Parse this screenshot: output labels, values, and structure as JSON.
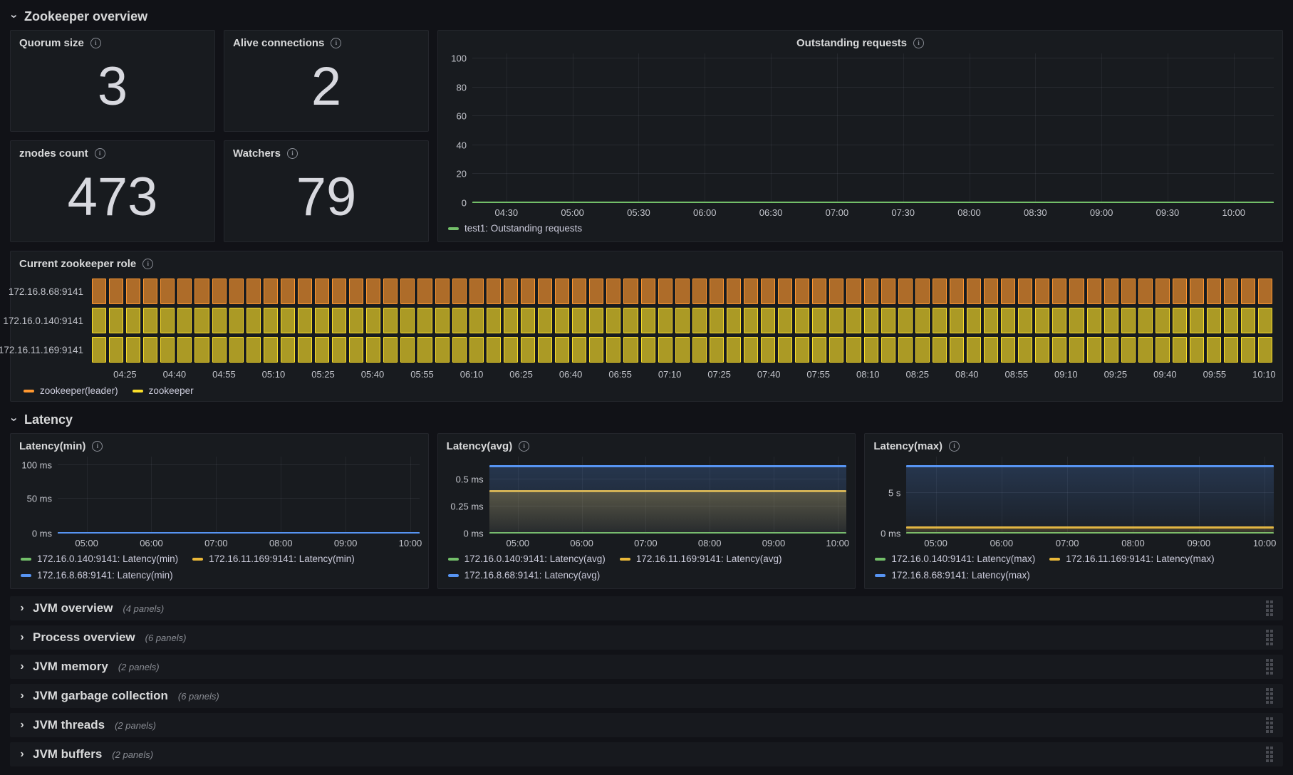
{
  "colors": {
    "page_bg": "#111217",
    "panel_bg": "#181b1f",
    "green": "#73bf69",
    "blue": "#5794f2",
    "gold": "#eab839",
    "yellow": "#fade2a",
    "orange": "#ff9830",
    "orange_fill": "rgba(255,152,48,0.65)",
    "yellow_fill": "rgba(250,222,42,0.65)"
  },
  "sections": {
    "overview": {
      "label": "Zookeeper overview"
    },
    "latency": {
      "label": "Latency"
    }
  },
  "stats": [
    {
      "title": "Quorum size",
      "value": "3"
    },
    {
      "title": "Alive connections",
      "value": "2"
    },
    {
      "title": "znodes count",
      "value": "473"
    },
    {
      "title": "Watchers",
      "value": "79"
    }
  ],
  "outstanding": {
    "title": "Outstanding requests",
    "yticks": [
      "0",
      "20",
      "40",
      "60",
      "80",
      "100"
    ],
    "xticks": [
      "04:30",
      "05:00",
      "05:30",
      "06:00",
      "06:30",
      "07:00",
      "07:30",
      "08:00",
      "08:30",
      "09:00",
      "09:30",
      "10:00"
    ],
    "legend": [
      {
        "label": "test1: Outstanding requests",
        "color": "green"
      }
    ],
    "chart_data": {
      "type": "line",
      "series": [
        {
          "name": "test1: Outstanding requests",
          "value": 0,
          "unit": "requests"
        }
      ],
      "ylim": [
        0,
        100
      ],
      "x_range": [
        "04:30",
        "10:00"
      ]
    }
  },
  "role": {
    "title": "Current zookeeper role",
    "rows": [
      {
        "label": "172.16.8.68:9141",
        "state": "leader"
      },
      {
        "label": "172.16.0.140:9141",
        "state": "follower"
      },
      {
        "label": "172.16.11.169:9141",
        "state": "follower"
      }
    ],
    "xticks": [
      "04:25",
      "04:40",
      "04:55",
      "05:10",
      "05:25",
      "05:40",
      "05:55",
      "06:10",
      "06:25",
      "06:40",
      "06:55",
      "07:10",
      "07:25",
      "07:40",
      "07:55",
      "08:10",
      "08:25",
      "08:40",
      "08:55",
      "09:10",
      "09:25",
      "09:40",
      "09:55",
      "10:10"
    ],
    "legend": [
      {
        "label": "zookeeper(leader)",
        "color": "orange"
      },
      {
        "label": "zookeeper",
        "color": "yellow"
      }
    ],
    "chart_data": {
      "type": "state-timeline",
      "rows": [
        {
          "name": "172.16.8.68:9141",
          "state": "zookeeper(leader)"
        },
        {
          "name": "172.16.0.140:9141",
          "state": "zookeeper"
        },
        {
          "name": "172.16.11.169:9141",
          "state": "zookeeper"
        }
      ],
      "x_range": [
        "04:25",
        "10:10"
      ]
    }
  },
  "latency_panels": [
    {
      "id": "min",
      "title": "Latency(min)",
      "yticks": [
        "0 ms",
        "50 ms",
        "100 ms"
      ],
      "xticks": [
        "05:00",
        "06:00",
        "07:00",
        "08:00",
        "09:00",
        "10:00"
      ],
      "legend": [
        {
          "label": "172.16.0.140:9141: Latency(min)",
          "color": "green"
        },
        {
          "label": "172.16.11.169:9141: Latency(min)",
          "color": "gold"
        },
        {
          "label": "172.16.8.68:9141: Latency(min)",
          "color": "blue"
        }
      ],
      "chart_data": {
        "type": "line",
        "series": [
          {
            "name": "172.16.0.140:9141: Latency(min)",
            "value": "0 ms"
          },
          {
            "name": "172.16.11.169:9141: Latency(min)",
            "value": "0 ms"
          },
          {
            "name": "172.16.8.68:9141: Latency(min)",
            "value": "0 ms"
          }
        ],
        "ylim": [
          "0 ms",
          "100 ms"
        ]
      }
    },
    {
      "id": "avg",
      "title": "Latency(avg)",
      "yticks": [
        "0 ms",
        "0.25 ms",
        "0.5 ms"
      ],
      "xticks": [
        "05:00",
        "06:00",
        "07:00",
        "08:00",
        "09:00",
        "10:00"
      ],
      "legend": [
        {
          "label": "172.16.0.140:9141: Latency(avg)",
          "color": "green"
        },
        {
          "label": "172.16.11.169:9141: Latency(avg)",
          "color": "gold"
        },
        {
          "label": "172.16.8.68:9141: Latency(avg)",
          "color": "blue"
        }
      ],
      "chart_data": {
        "type": "line",
        "series": [
          {
            "name": "172.16.0.140:9141: Latency(avg)",
            "value": "0 ms"
          },
          {
            "name": "172.16.11.169:9141: Latency(avg)",
            "value": "0.39 ms"
          },
          {
            "name": "172.16.8.68:9141: Latency(avg)",
            "value": "0.61 ms"
          }
        ],
        "ylim": [
          "0 ms",
          "0.7 ms"
        ]
      }
    },
    {
      "id": "max",
      "title": "Latency(max)",
      "yticks": [
        "0 ms",
        "5 s"
      ],
      "xticks": [
        "05:00",
        "06:00",
        "07:00",
        "08:00",
        "09:00",
        "10:00"
      ],
      "legend": [
        {
          "label": "172.16.0.140:9141: Latency(max)",
          "color": "green"
        },
        {
          "label": "172.16.11.169:9141: Latency(max)",
          "color": "gold"
        },
        {
          "label": "172.16.8.68:9141: Latency(max)",
          "color": "blue"
        }
      ],
      "chart_data": {
        "type": "line",
        "series": [
          {
            "name": "172.16.0.140:9141: Latency(max)",
            "value": "0 ms"
          },
          {
            "name": "172.16.11.169:9141: Latency(max)",
            "value": "0.66 s"
          },
          {
            "name": "172.16.8.68:9141: Latency(max)",
            "value": "8.2 s"
          }
        ],
        "ylim": [
          "0 ms",
          "9.5 s"
        ]
      }
    }
  ],
  "collapsed_rows": [
    {
      "title": "JVM overview",
      "count": "(4 panels)"
    },
    {
      "title": "Process overview",
      "count": "(6 panels)"
    },
    {
      "title": "JVM memory",
      "count": "(2 panels)"
    },
    {
      "title": "JVM garbage collection",
      "count": "(6 panels)"
    },
    {
      "title": "JVM threads",
      "count": "(2 panels)"
    },
    {
      "title": "JVM buffers",
      "count": "(2 panels)"
    }
  ],
  "icons": {
    "info": "i",
    "chevron_collapsed": "›",
    "chevron_expanded": "›"
  }
}
